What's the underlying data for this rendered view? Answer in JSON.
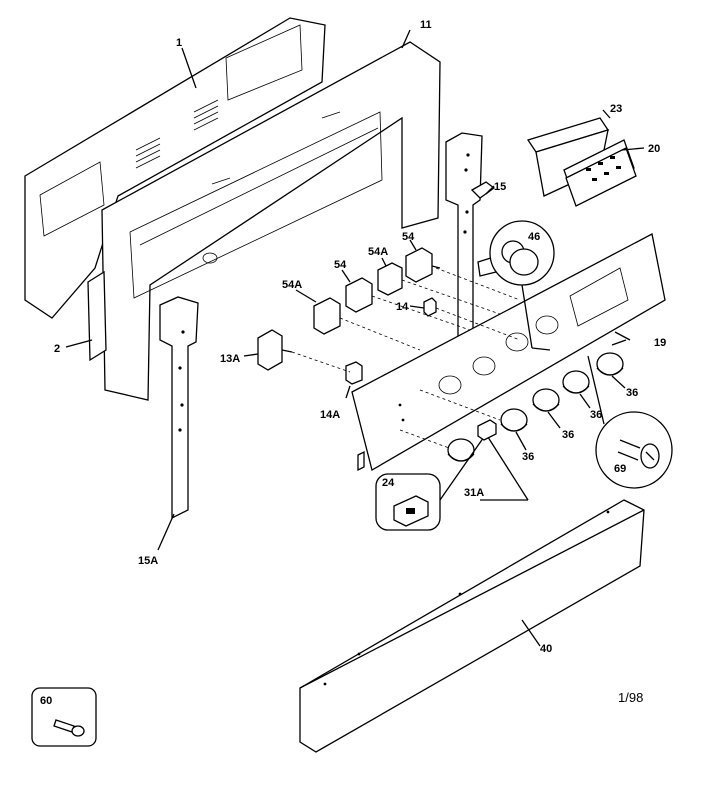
{
  "labels": {
    "p1": "1",
    "p11": "11",
    "p23": "23",
    "p20": "20",
    "p15": "15",
    "p46": "46",
    "p54a_top": "54A",
    "p54_top": "54",
    "p54": "54",
    "p54a_left": "54A",
    "p14": "14",
    "p19": "19",
    "p2": "2",
    "p13a": "13A",
    "p14a": "14A",
    "p36_a": "36",
    "p36_b": "36",
    "p36_c": "36",
    "p36_d": "36",
    "p69": "69",
    "p24": "24",
    "p31a": "31A",
    "p15a": "15A",
    "p40": "40",
    "p60": "60"
  },
  "revision": "1/98"
}
